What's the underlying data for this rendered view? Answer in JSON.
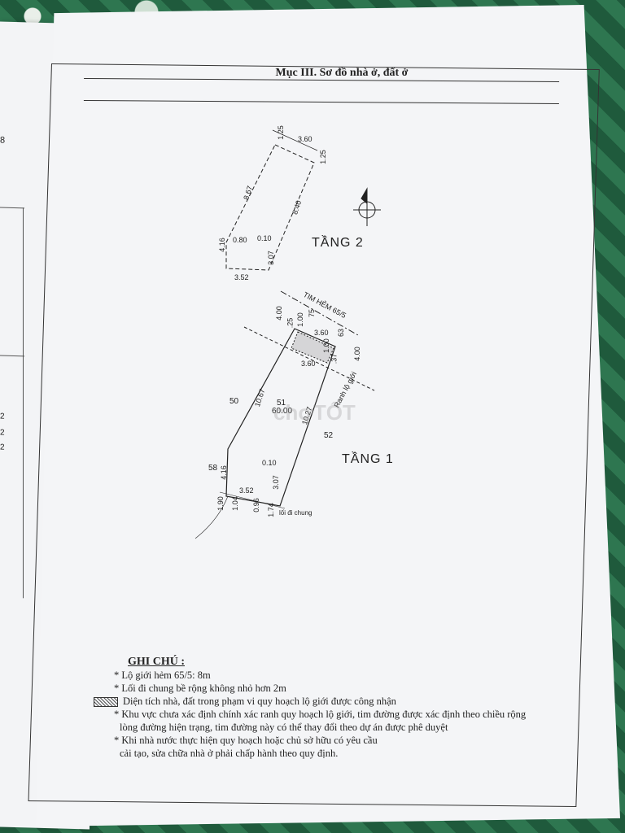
{
  "header": {
    "section_title": "Mục III. Sơ đồ nhà ở, đất ở"
  },
  "floor2": {
    "label": "TẦNG 2",
    "dims": [
      "3.60",
      "1.25",
      "1.25",
      "8.67",
      "8.40",
      "0.10",
      "0.80",
      "4.16",
      "3.07",
      "3.52"
    ]
  },
  "floor1": {
    "label": "TẦNG 1",
    "road_label": "TIM HẺM 65/5",
    "setback_label": "Ranh lộ giới",
    "common_path": "lối đi chung",
    "lot_number": "51",
    "lot_area": "60.00",
    "neighbors": [
      "50",
      "52",
      "58"
    ],
    "dims": [
      "4.00",
      "1.00",
      "75",
      "3.60",
      "63",
      "4.00",
      "1.00",
      ".37",
      "3.60",
      ".25",
      "10.67",
      "10.27",
      "4.16",
      "0.10",
      "3.07",
      "3.52",
      "1.90",
      "1.04",
      "0.96",
      "1.74"
    ]
  },
  "watermark": "chợTỐT",
  "notes": {
    "title": "GHI CHÚ :",
    "lines": [
      "* Lộ giới hẻm 65/5: 8m",
      "* Lối đi chung bề rộng không nhỏ hơn 2m",
      "Diện tích nhà, đất trong phạm vi quy hoạch  lộ giới được công nhận",
      "* Khu vực chưa xác định chính xác ranh quy hoạch lộ giới, tim đường được xác định theo chiều rộng",
      "lòng đường hiện trạng, tim đường này có thể thay đổi theo dự án được phê duyệt",
      "* Khi nhà nước thực hiện quy hoạch hoặc chủ sở hữu có yêu cầu",
      "cải tạo, sửa chữa nhà ở phải chấp hành theo quy định."
    ]
  },
  "back_page": {
    "numbers": [
      "8",
      "2",
      "2",
      "2"
    ]
  }
}
